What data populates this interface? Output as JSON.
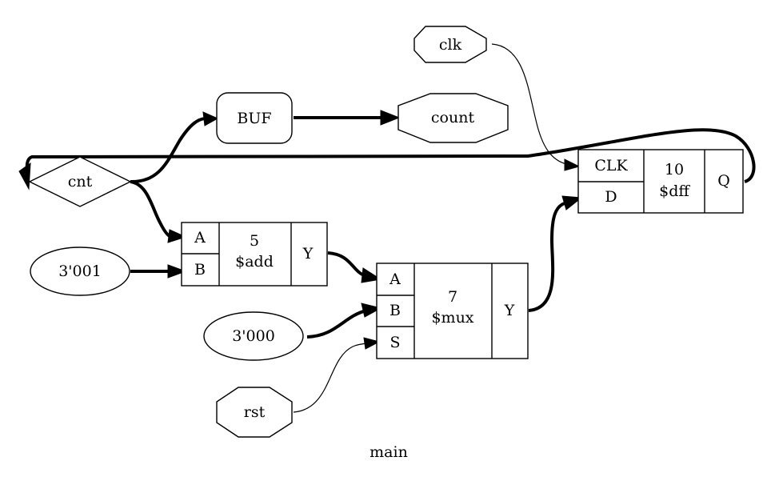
{
  "graph": {
    "title": "main",
    "nodes": {
      "clk": {
        "label": "clk",
        "shape": "octagon"
      },
      "count": {
        "label": "count",
        "shape": "octagon"
      },
      "rst": {
        "label": "rst",
        "shape": "octagon"
      },
      "cnt": {
        "label": "cnt",
        "shape": "diamond"
      },
      "buf": {
        "label": "BUF",
        "shape": "rounded-rect"
      },
      "const1": {
        "label": "3'001",
        "shape": "ellipse"
      },
      "const0": {
        "label": "3'000",
        "shape": "ellipse"
      },
      "add": {
        "id": "5",
        "type": "$add",
        "ports_in": [
          "A",
          "B"
        ],
        "ports_out": [
          "Y"
        ]
      },
      "mux": {
        "id": "7",
        "type": "$mux",
        "ports_in": [
          "A",
          "B",
          "S"
        ],
        "ports_out": [
          "Y"
        ]
      },
      "dff": {
        "id": "10",
        "type": "$dff",
        "ports_in": [
          "CLK",
          "D"
        ],
        "ports_out": [
          "Q"
        ]
      }
    },
    "edges": [
      {
        "from": "cnt",
        "to": "buf",
        "bus": true
      },
      {
        "from": "buf",
        "to": "count",
        "bus": true
      },
      {
        "from": "cnt",
        "to": "add.A",
        "bus": true
      },
      {
        "from": "3'001",
        "to": "add.B",
        "bus": true
      },
      {
        "from": "add.Y",
        "to": "mux.A",
        "bus": true
      },
      {
        "from": "3'000",
        "to": "mux.B",
        "bus": true
      },
      {
        "from": "rst",
        "to": "mux.S",
        "bus": false
      },
      {
        "from": "mux.Y",
        "to": "dff.D",
        "bus": true
      },
      {
        "from": "clk",
        "to": "dff.CLK",
        "bus": false
      },
      {
        "from": "dff.Q",
        "to": "cnt",
        "bus": true
      }
    ]
  }
}
